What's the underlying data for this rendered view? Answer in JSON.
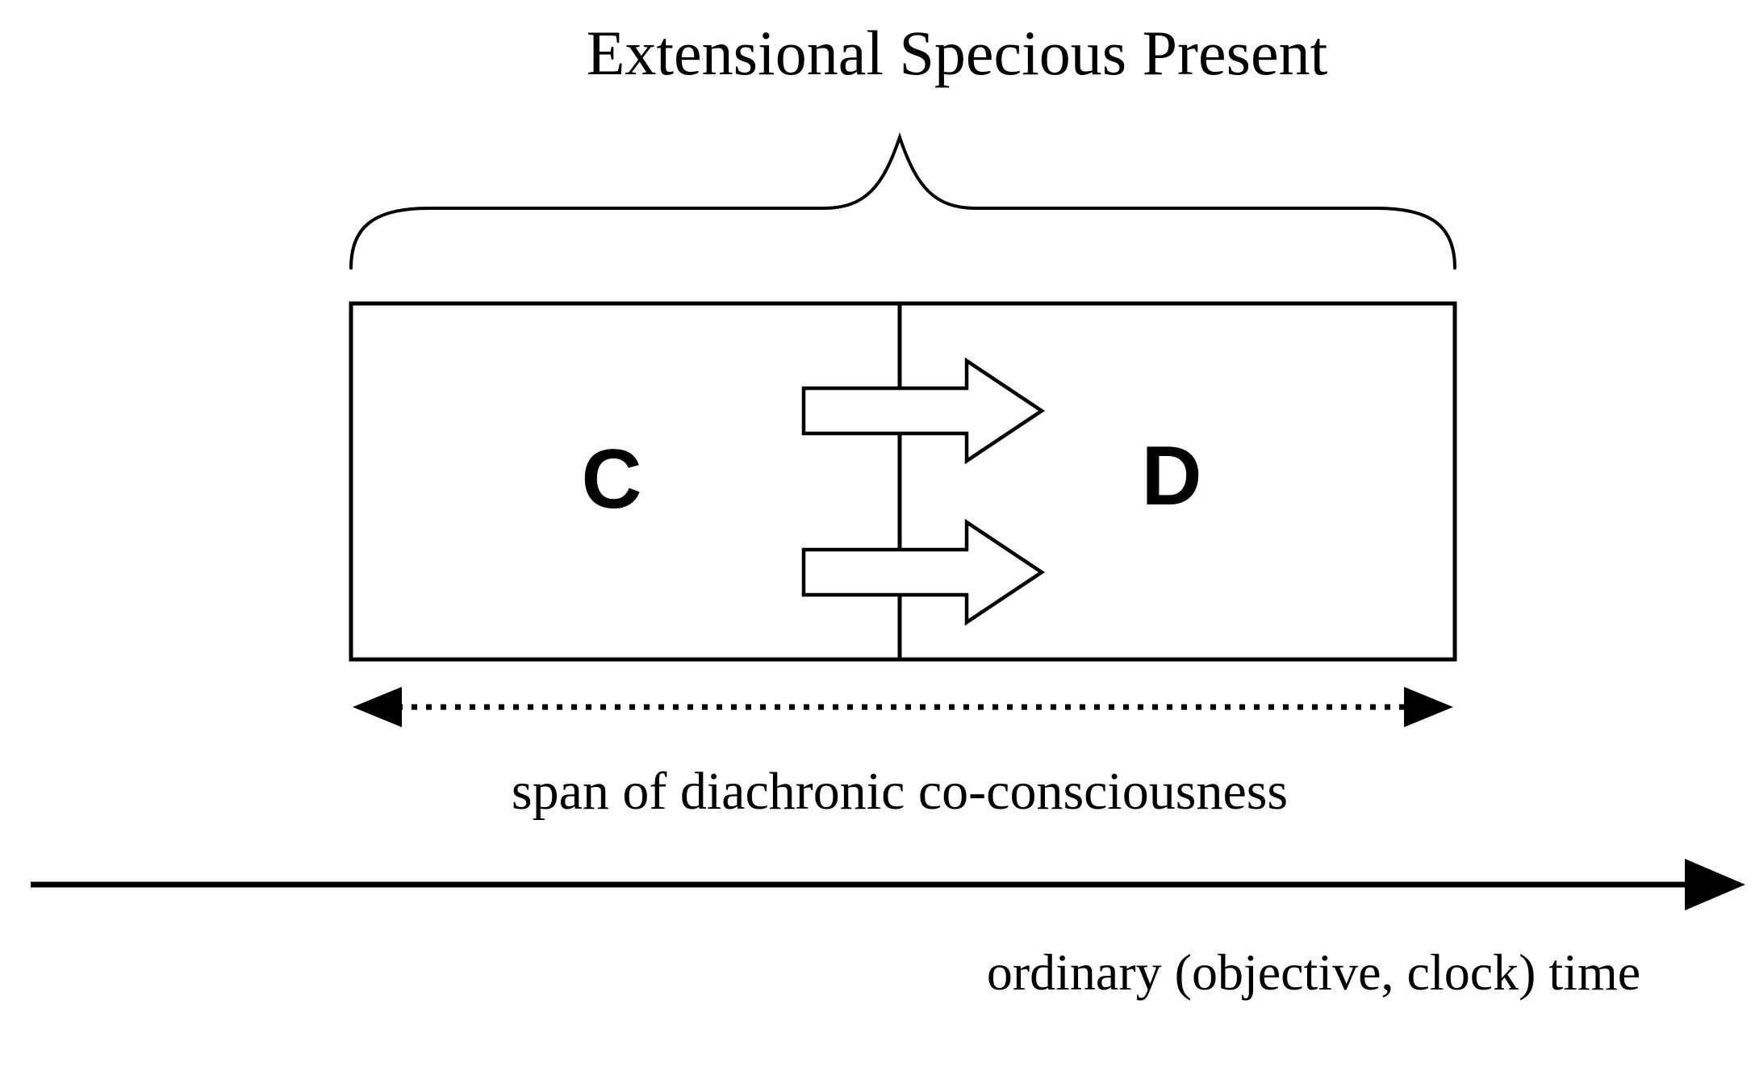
{
  "diagram": {
    "title": "Extensional Specious Present",
    "left_box_label": "C",
    "right_box_label": "D",
    "span_label": "span of diachronic co-consciousness",
    "time_label": "ordinary (objective, clock) time",
    "colors": {
      "line": "#000000",
      "background": "#ffffff",
      "text": "#000000",
      "arrow_fill": "#ffffff"
    }
  }
}
